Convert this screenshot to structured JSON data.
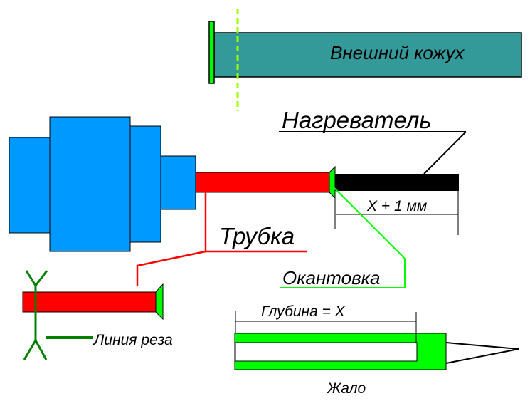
{
  "labels": {
    "outer_casing": "Внешний кожух",
    "heater": "Нагреватель",
    "heater_dimension": "X + 1 мм",
    "tube": "Трубка",
    "edging": "Окантовка",
    "cut_line": "Линия реза",
    "depth_dimension": "Глубина = X",
    "tip": "Жало"
  },
  "colors": {
    "outer_casing": "#339999",
    "handle": "#0099ff",
    "tube": "#ff0000",
    "heater": "#000000",
    "edging": "#00ff00",
    "cut_line": "#008000",
    "marker_dashed": "#99ff00",
    "tip": "#00ff00"
  }
}
